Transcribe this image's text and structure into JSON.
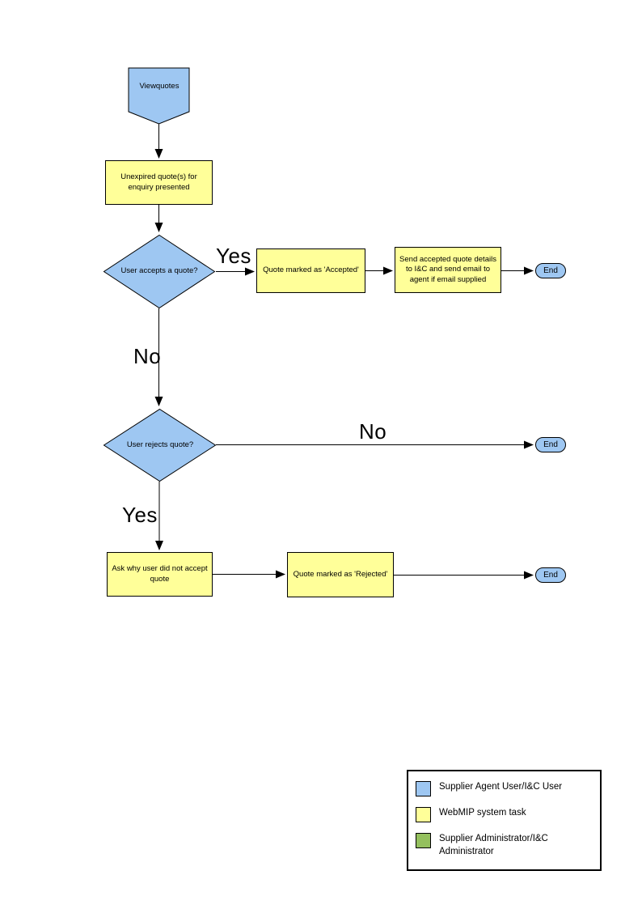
{
  "colors": {
    "user_blue": "#9EC7F2",
    "system_yellow": "#FFFF99",
    "admin_green": "#94C05E",
    "line_black": "#000000",
    "page_white": "#FFFFFF"
  },
  "nodes": {
    "start": {
      "label": "Viewquotes"
    },
    "unexpired_quotes": {
      "label": "Unexpired quote(s) for enquiry presented"
    },
    "accept_decision": {
      "label": "User accepts a quote?"
    },
    "marked_accepted": {
      "label": "Quote marked as 'Accepted'"
    },
    "send_details": {
      "label": "Send accepted quote details to I&C and send email to agent if email supplied"
    },
    "end_accept": {
      "label": "End"
    },
    "reject_decision": {
      "label": "User rejects quote?"
    },
    "end_no_reject": {
      "label": "End"
    },
    "ask_why": {
      "label": "Ask why user did not accept quote"
    },
    "marked_rejected": {
      "label": "Quote marked as 'Rejected'"
    },
    "end_reject": {
      "label": "End"
    }
  },
  "edge_labels": {
    "accept_yes": "Yes",
    "accept_no": "No",
    "reject_no": "No",
    "reject_yes": "Yes"
  },
  "legend": {
    "items": [
      {
        "color": "#9EC7F2",
        "label": "Supplier Agent User/I&C User"
      },
      {
        "color": "#FFFF99",
        "label": "WebMIP system task"
      },
      {
        "color": "#94C05E",
        "label": "Supplier Administrator/I&C Administrator"
      }
    ]
  }
}
